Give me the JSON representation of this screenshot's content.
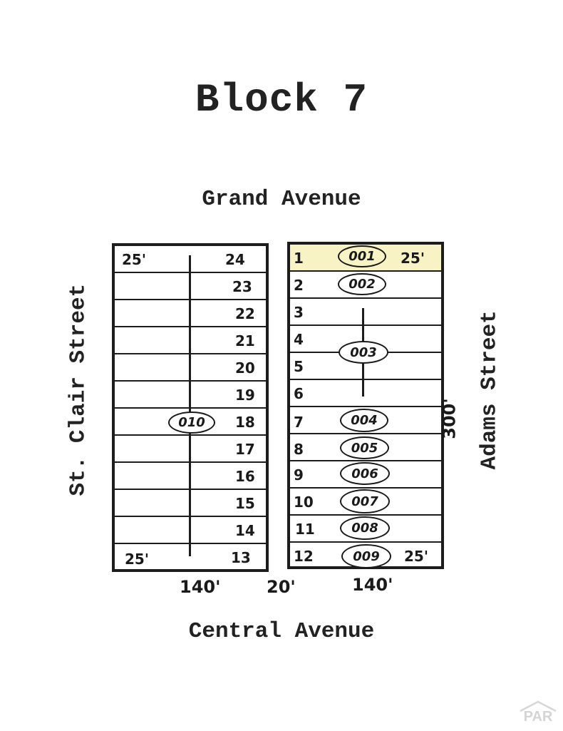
{
  "title": "Block 7",
  "streets": {
    "north": "Grand Avenue",
    "south": "Central Avenue",
    "west": "St. Clair Street",
    "east": "Adams Street"
  },
  "dimensions": {
    "west_block_width": "140'",
    "alley_width": "20'",
    "east_block_width": "140'",
    "block_depth": "300'"
  },
  "west_block": {
    "lots": [
      {
        "lot": "24",
        "frontage": "25'"
      },
      {
        "lot": "23"
      },
      {
        "lot": "22"
      },
      {
        "lot": "21"
      },
      {
        "lot": "20"
      },
      {
        "lot": "19"
      },
      {
        "lot": "18",
        "parcel": "010"
      },
      {
        "lot": "17"
      },
      {
        "lot": "16"
      },
      {
        "lot": "15"
      },
      {
        "lot": "14"
      },
      {
        "lot": "13",
        "frontage": "25'"
      }
    ],
    "parcel_label": "010",
    "parcel_span": "lots 13-24"
  },
  "east_block": {
    "lots": [
      {
        "lot": "1",
        "parcel": "001",
        "frontage": "25'",
        "highlighted": true
      },
      {
        "lot": "2",
        "parcel": "002"
      },
      {
        "lot": "3"
      },
      {
        "lot": "4",
        "parcel": "003"
      },
      {
        "lot": "5"
      },
      {
        "lot": "6"
      },
      {
        "lot": "7",
        "parcel": "004"
      },
      {
        "lot": "8",
        "parcel": "005"
      },
      {
        "lot": "9",
        "parcel": "006"
      },
      {
        "lot": "10",
        "parcel": "007"
      },
      {
        "lot": "11",
        "parcel": "008"
      },
      {
        "lot": "12",
        "parcel": "009",
        "frontage": "25'"
      }
    ],
    "parcel_003_span": "lots 3-6"
  },
  "colors": {
    "highlight": "#f7f3c4",
    "ink": "#1c1c1c"
  },
  "watermark": "PAR"
}
